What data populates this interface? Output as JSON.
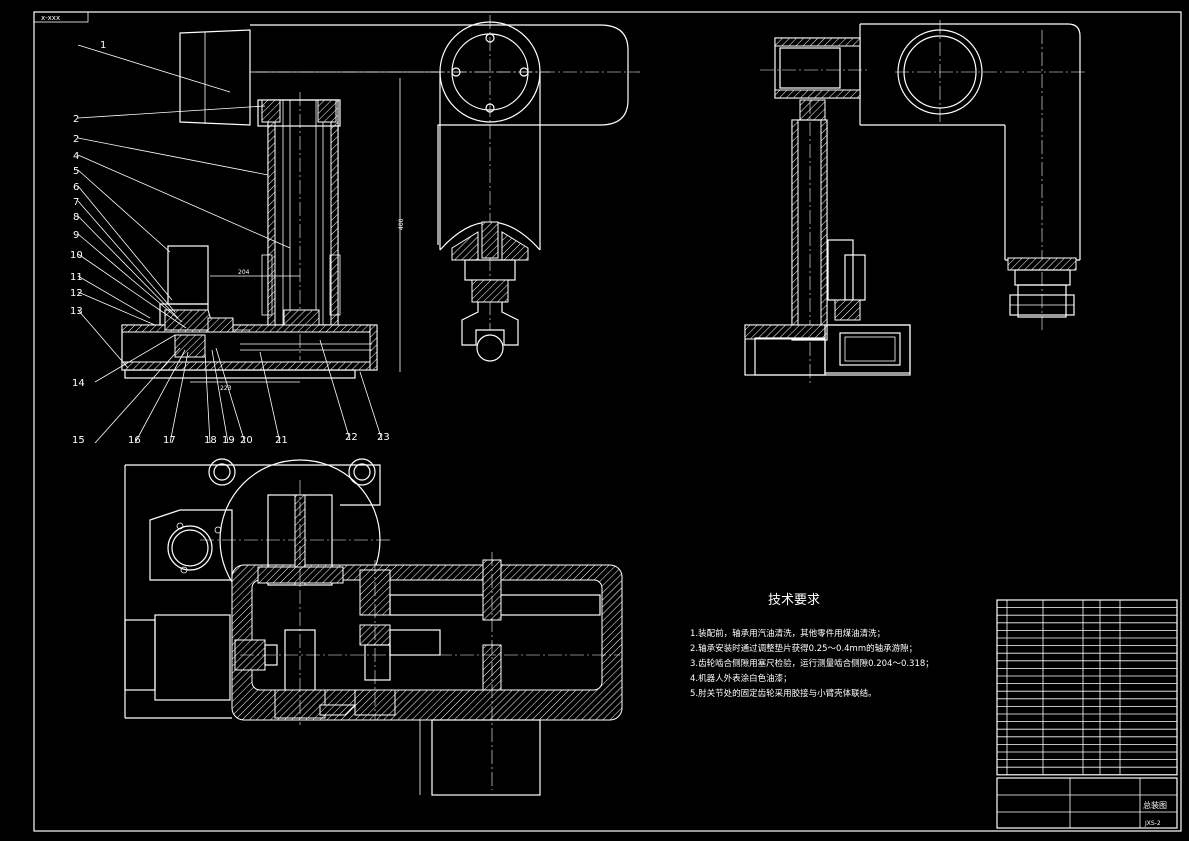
{
  "sheet_tag": "x-xxx",
  "part_numbers": [
    "1",
    "2",
    "2",
    "4",
    "5",
    "6",
    "7",
    "8",
    "9",
    "10",
    "11",
    "12",
    "13",
    "14",
    "15",
    "16",
    "17",
    "18",
    "19",
    "20",
    "21",
    "22",
    "23"
  ],
  "dimensions": {
    "d1": "400",
    "d2": "204",
    "d3": "223"
  },
  "technical_requirements": {
    "title": "技术要求",
    "items": [
      "1.装配前，轴承用汽油清洗，其他零件用煤油清洗；",
      "2.轴承安装时通过调整垫片获得0.25～0.4mm的轴承游隙；",
      "3.齿轮啮合侧隙用塞尺检验，运行测量啮合侧隙0.204～0.318；",
      "4.机器人外表涂白色油漆；",
      "5.肘关节处的固定齿轮采用胶接与小臂壳体联结。"
    ]
  },
  "title_block": {
    "name": "总装图",
    "drawing_no": "JXS-2"
  }
}
